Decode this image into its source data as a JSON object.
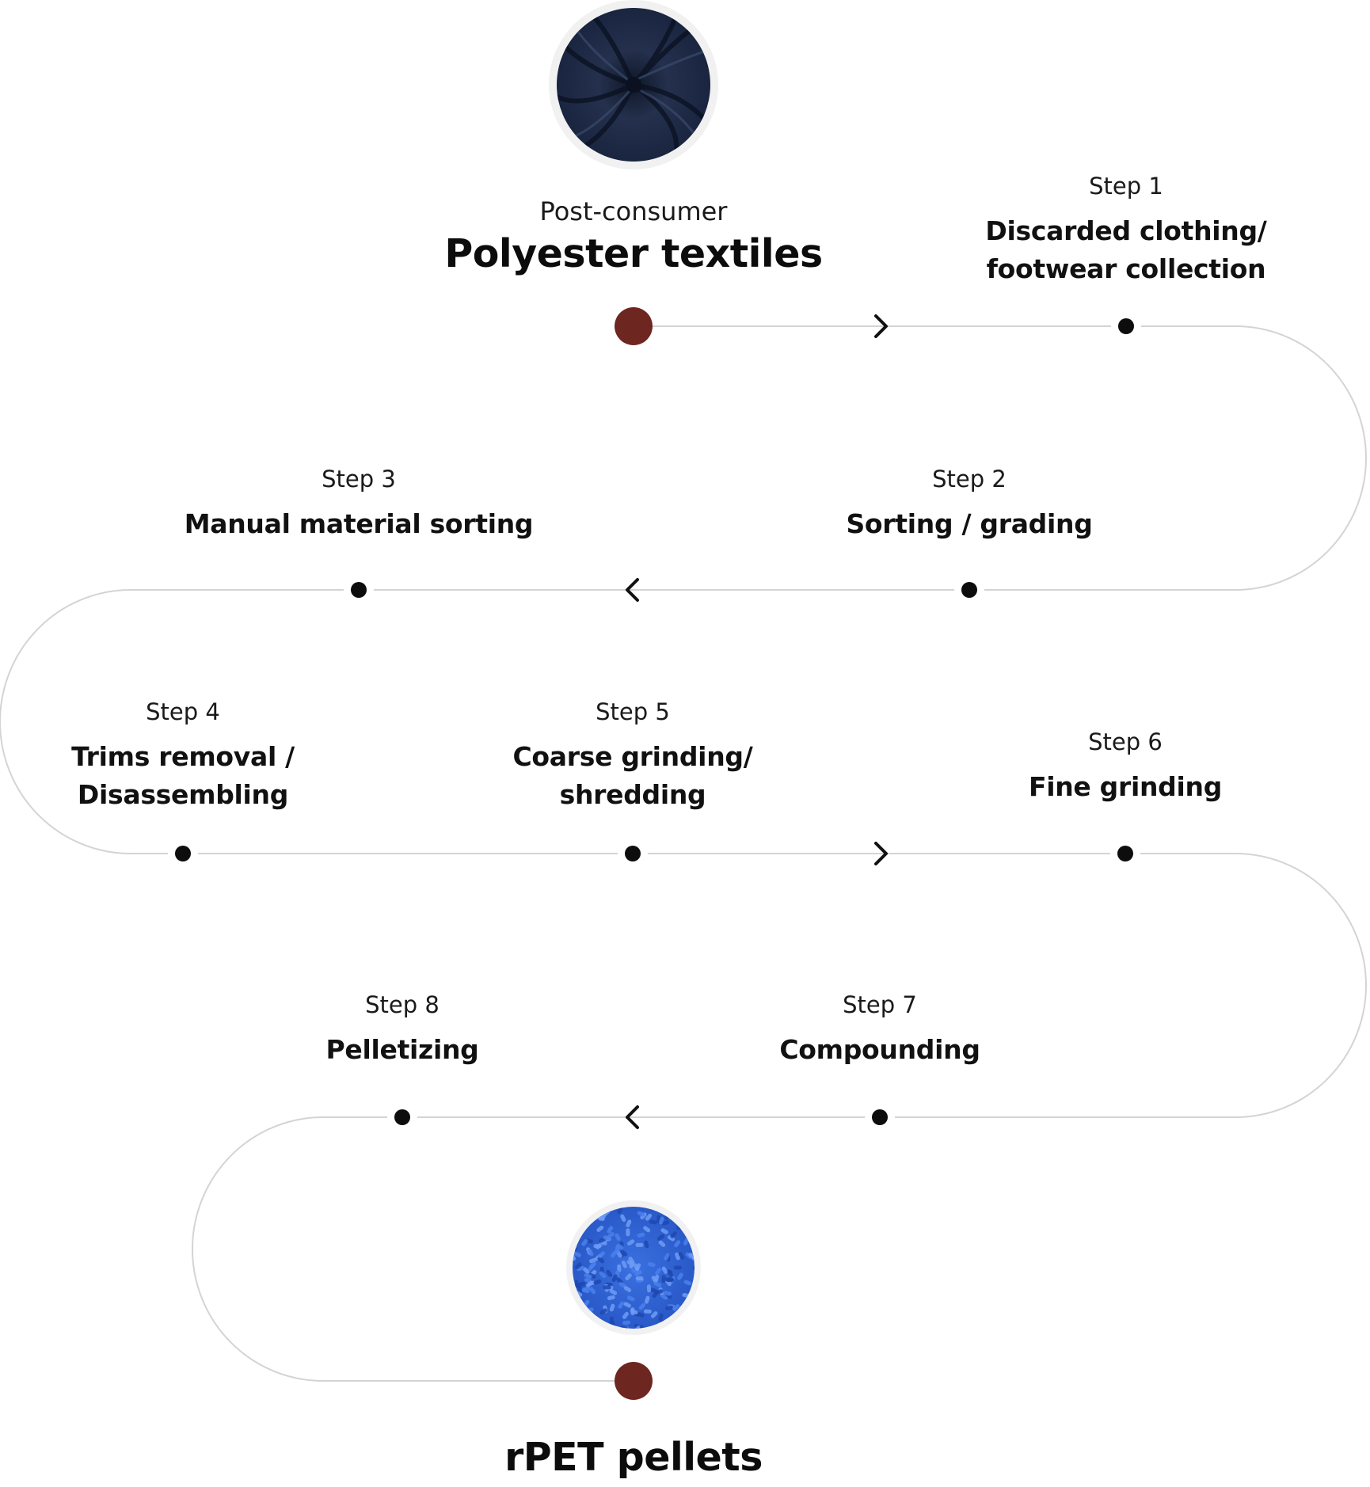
{
  "start": {
    "caption": "Post-consumer",
    "title": "Polyester textiles",
    "image": "navy-polyester-fabric-swirl"
  },
  "steps": [
    {
      "label": "Step 1",
      "title_line1": "Discarded clothing/",
      "title_line2": "footwear collection"
    },
    {
      "label": "Step 2",
      "title_line1": "Sorting / grading",
      "title_line2": ""
    },
    {
      "label": "Step 3",
      "title_line1": "Manual material sorting",
      "title_line2": ""
    },
    {
      "label": "Step 4",
      "title_line1": "Trims removal /",
      "title_line2": "Disassembling"
    },
    {
      "label": "Step 5",
      "title_line1": "Coarse grinding/",
      "title_line2": "shredding"
    },
    {
      "label": "Step 6",
      "title_line1": "Fine grinding",
      "title_line2": ""
    },
    {
      "label": "Step 7",
      "title_line1": "Compounding",
      "title_line2": ""
    },
    {
      "label": "Step 8",
      "title_line1": "Pelletizing",
      "title_line2": ""
    }
  ],
  "end": {
    "title": "rPET pellets",
    "image": "blue-rpet-pellets"
  },
  "colors": {
    "endpoint": "#6e2621",
    "node": "#0d0d0d",
    "path": "#d4d4d4",
    "fabric": "#1f2c47",
    "pellets": "#2f63d6"
  }
}
